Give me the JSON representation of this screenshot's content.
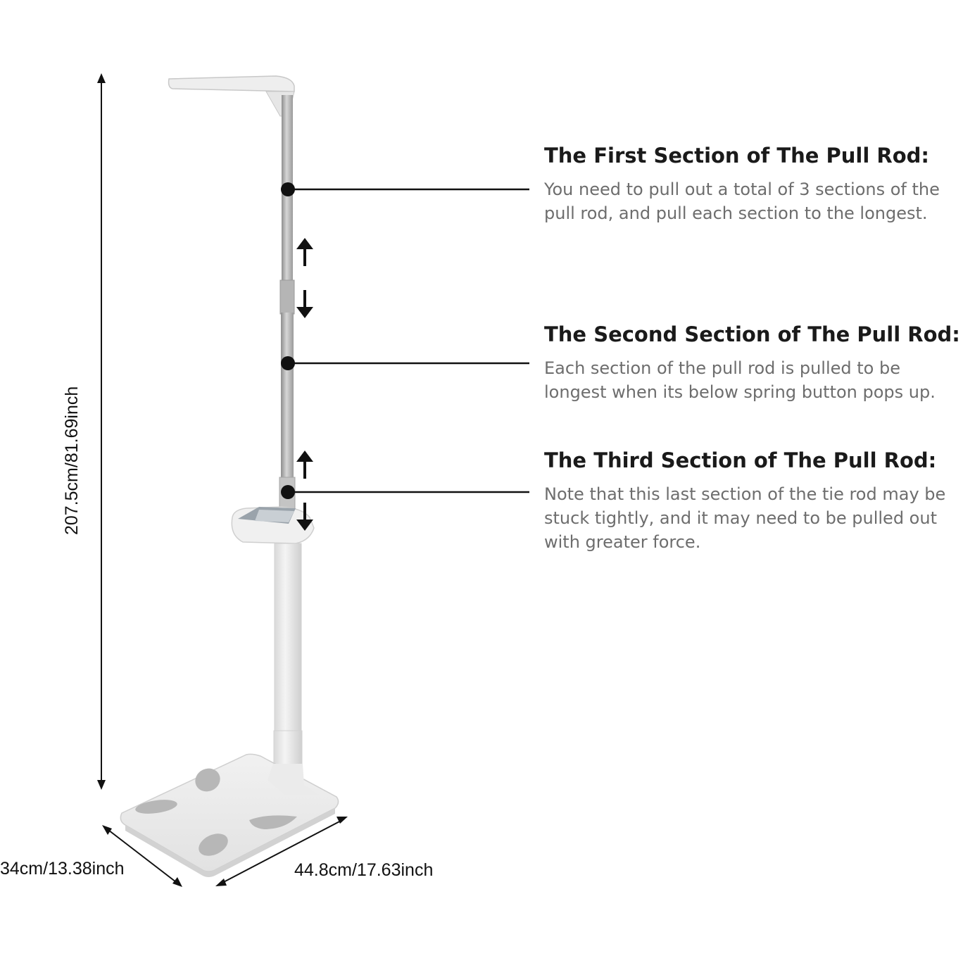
{
  "dimensions": {
    "height_label": "207.5cm/81.69inch",
    "depth_label": "34cm/13.38inch",
    "width_label": "44.8cm/17.63inch"
  },
  "sections": [
    {
      "title": "The First Section of The Pull Rod:",
      "lines": [
        "You need to pull out a total of 3 sections of the",
        "pull rod, and pull each section to the longest."
      ]
    },
    {
      "title": "The Second Section of The Pull Rod:",
      "lines": [
        "Each section of the pull rod is pulled to be",
        "longest when its below spring button pops up."
      ]
    },
    {
      "title": "The Third Section of The Pull Rod:",
      "lines": [
        "Note that this last section of the tie rod may be",
        "stuck tightly, and it may need to be pulled out",
        "with greater force."
      ]
    }
  ]
}
